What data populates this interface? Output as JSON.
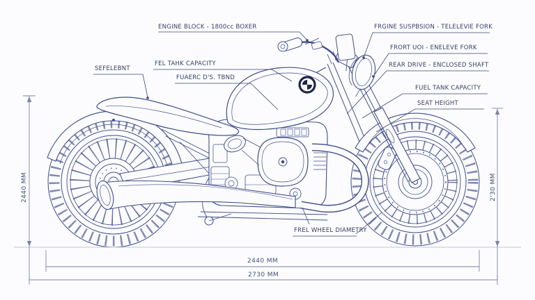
{
  "colors": {
    "line": "#3e4d8a",
    "text": "#333e63",
    "dim_line": "#7a84a3",
    "ground": "#c3c7d1",
    "badge_dark": "#1d2747",
    "background": "#fcfcfe"
  },
  "labels": {
    "engine_block": "ENGINE BLOCK - 1800cc BOXER",
    "fuel_tank_left": "FEL TAHK CAPACITY",
    "tank_detail": "FUAERC D'S. TBND",
    "seat": "SEFELEBNT",
    "front_suspension": "FRGINE SUSPBSION - TELELEVIE FORK",
    "front_fork": "FRORT UOI - ENELEVE FORK",
    "rear_drive": "REAR DRIVE - ENCLOSED SHAFT",
    "fuel_tank_right": "FUEL TANK CAPACITY",
    "seat_height": "SEAT HEIGHT",
    "front_wheel": "FREL WHEEL DIAMETRY"
  },
  "dimensions": {
    "height_left": "2440 MM",
    "height_right": "2'30 MM",
    "length_inner": "2440 MM",
    "length_outer": "2730 MM"
  },
  "icons": {
    "tank_badge": "bmw-roundel"
  }
}
